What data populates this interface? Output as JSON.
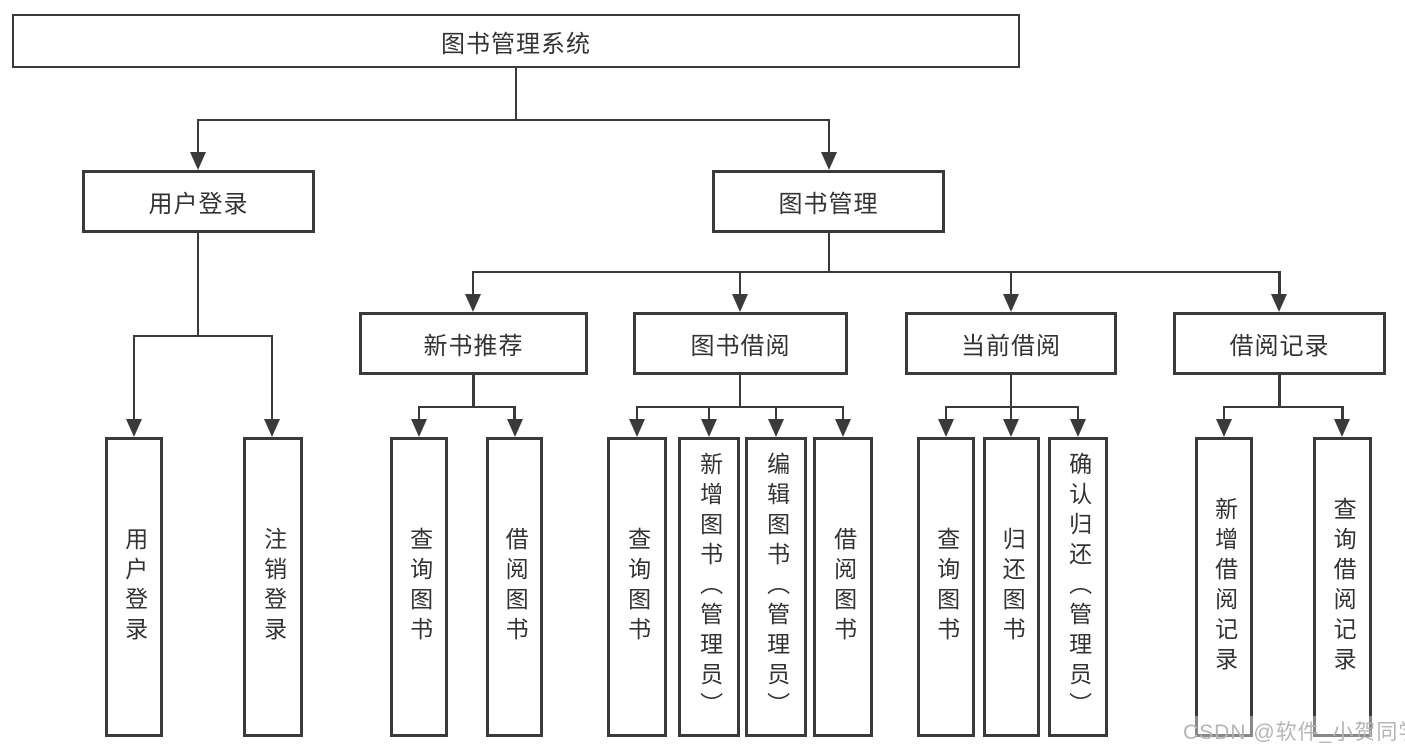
{
  "tree": {
    "label": "图书管理系统",
    "children": [
      {
        "label": "用户登录",
        "children": [
          {
            "label": "用户登录"
          },
          {
            "label": "注销登录"
          }
        ]
      },
      {
        "label": "图书管理",
        "children": [
          {
            "label": "新书推荐",
            "children": [
              {
                "label": "查询图书"
              },
              {
                "label": "借阅图书"
              }
            ]
          },
          {
            "label": "图书借阅",
            "children": [
              {
                "label": "查询图书"
              },
              {
                "label": "新增图书（管理员）"
              },
              {
                "label": "编辑图书（管理员）"
              },
              {
                "label": "借阅图书"
              }
            ]
          },
          {
            "label": "当前借阅",
            "children": [
              {
                "label": "查询图书"
              },
              {
                "label": "归还图书"
              },
              {
                "label": "确认归还（管理员）"
              }
            ]
          },
          {
            "label": "借阅记录",
            "children": [
              {
                "label": "新增借阅记录"
              },
              {
                "label": "查询借阅记录"
              }
            ]
          }
        ]
      }
    ]
  },
  "watermark": "CSDN @软件_小贺同学",
  "colors": {
    "line": "#3a3a3a",
    "text": "#333333",
    "background": "#ffffff",
    "watermark": "#b5b5b5"
  }
}
